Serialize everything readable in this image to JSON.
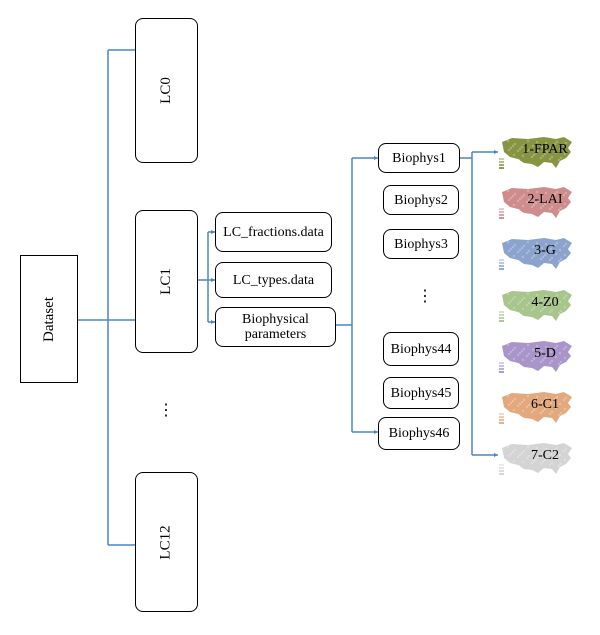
{
  "root": {
    "label": "Dataset"
  },
  "landcovers": [
    {
      "label": "LC0"
    },
    {
      "label": "LC1"
    },
    {
      "label": "LC12"
    }
  ],
  "lc_dots": "⋮",
  "lc1_children": [
    {
      "label": "LC_fractions.data"
    },
    {
      "label": "LC_types.data"
    },
    {
      "label": "Biophysical parameters"
    }
  ],
  "biophys": [
    {
      "label": "Biophys1"
    },
    {
      "label": "Biophys2"
    },
    {
      "label": "Biophys3"
    },
    {
      "label": "Biophys44"
    },
    {
      "label": "Biophys45"
    },
    {
      "label": "Biophys46"
    }
  ],
  "biophys_dots": "⋮",
  "parameters": [
    {
      "label": "1-FPAR",
      "color": "#7a8a2e"
    },
    {
      "label": "2-LAI",
      "color": "#c98080"
    },
    {
      "label": "3-G",
      "color": "#7f9ac8"
    },
    {
      "label": "4-Z0",
      "color": "#9dbf7f"
    },
    {
      "label": "5-D",
      "color": "#a08ac4"
    },
    {
      "label": "6-C1",
      "color": "#e0a070"
    },
    {
      "label": "7-C2",
      "color": "#cfcfcf"
    }
  ],
  "colors": {
    "connector": "#4a86c5",
    "border": "#000000"
  }
}
